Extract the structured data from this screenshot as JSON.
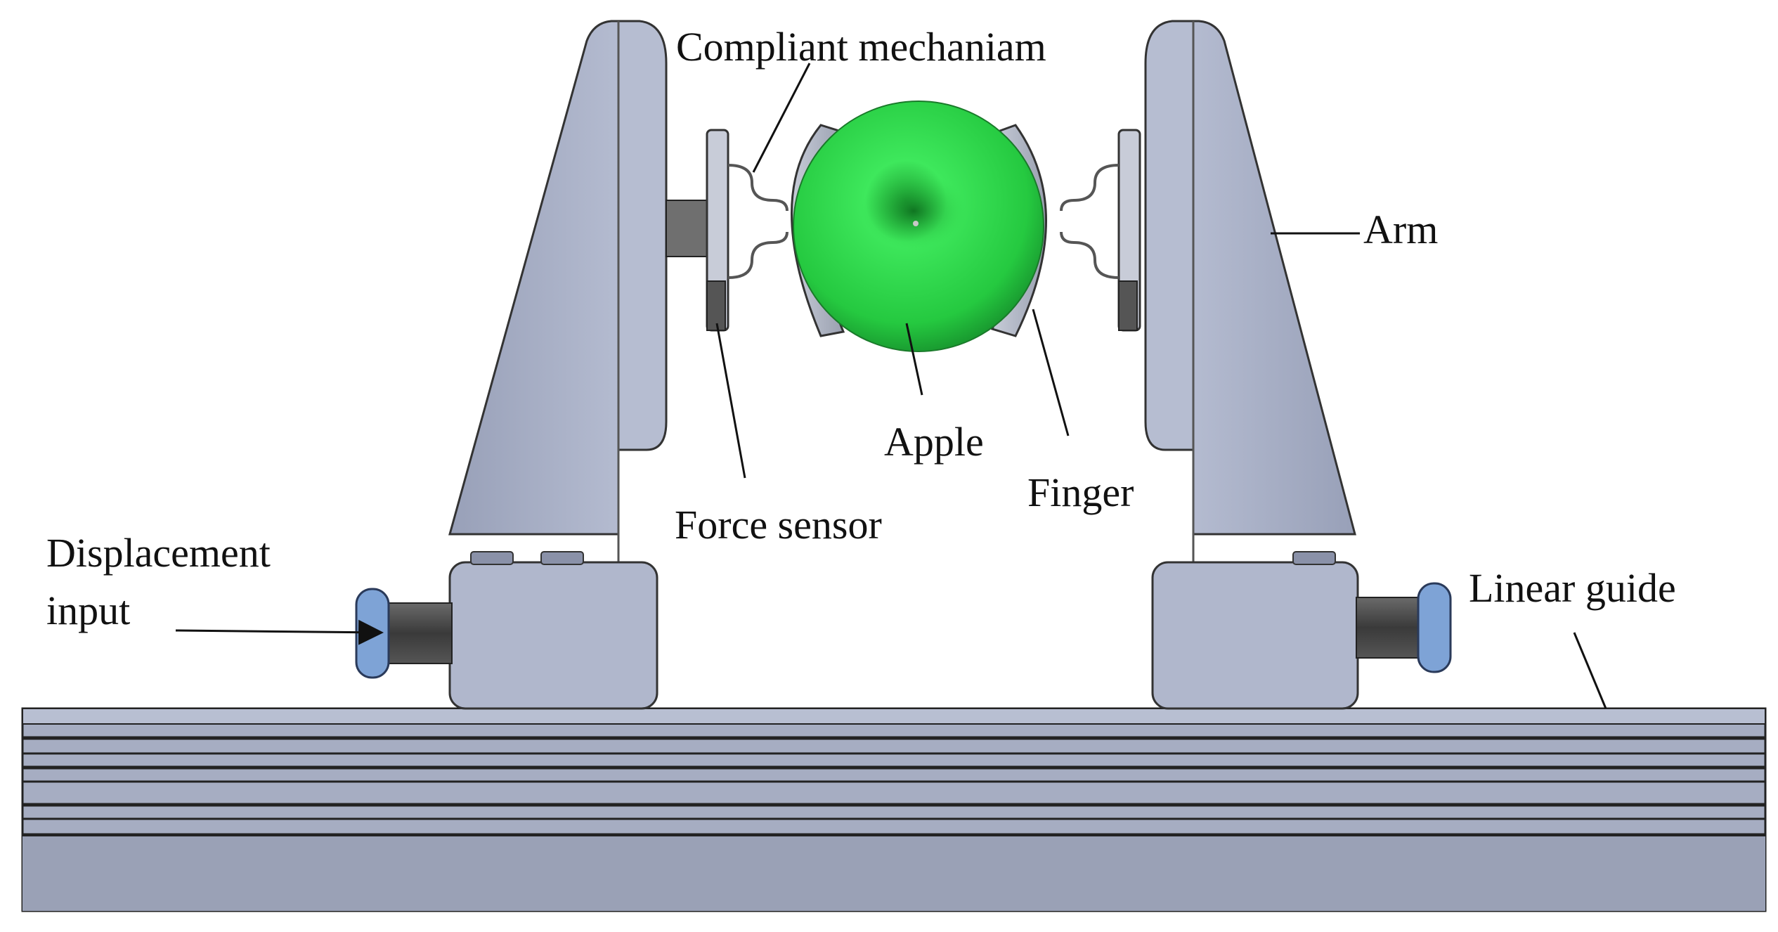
{
  "labels": {
    "compliant_mechanism": "Compliant mechaniam",
    "arm": "Arm",
    "apple": "Apple",
    "finger": "Finger",
    "force_sensor": "Force sensor",
    "displacement_input_line1": "Displacement",
    "displacement_input_line2": "input",
    "linear_guide": "Linear guide"
  },
  "colors": {
    "arm_fill": "#aab1c7",
    "arm_dark": "#8a91a8",
    "guide_fill": "#9aa1b6",
    "apple": "#2fd94a",
    "knob": "#7ea3d6",
    "shaft": "#4a4a4a",
    "leader_line": "#111111"
  },
  "icons": {
    "leader_arrow": "arrow-right-icon"
  }
}
